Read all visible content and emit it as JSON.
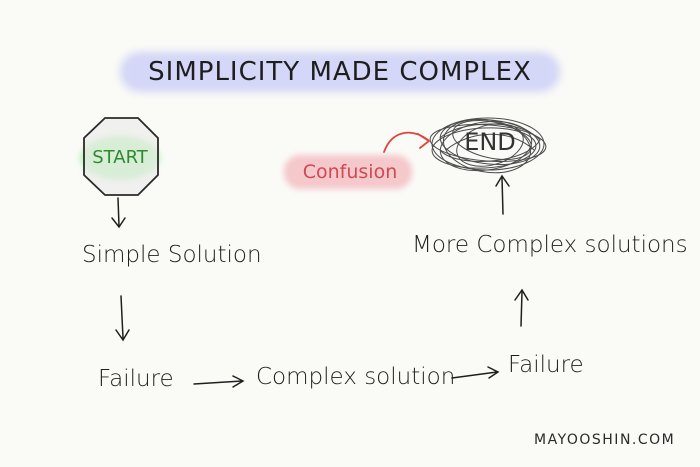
{
  "title": "SIMPLICITY MADE COMPLEX",
  "nodes": {
    "start": "START",
    "simple_solution": "Simple Solution",
    "failure_1": "Failure",
    "complex_solution": "Complex solution",
    "failure_2": "Failure",
    "more_complex_solutions": "More Complex solutions",
    "end": "END",
    "confusion": "Confusion"
  },
  "credit": "MAYOOSHIN.COM",
  "colors": {
    "title_highlight": "#8c96f5",
    "start_fill": "#e6e6e6",
    "start_glow": "#a6f0a0",
    "start_text": "#2f8a2f",
    "confusion_highlight": "#f08c96",
    "confusion_text": "#d04a52",
    "ink": "#1f1f1f"
  }
}
